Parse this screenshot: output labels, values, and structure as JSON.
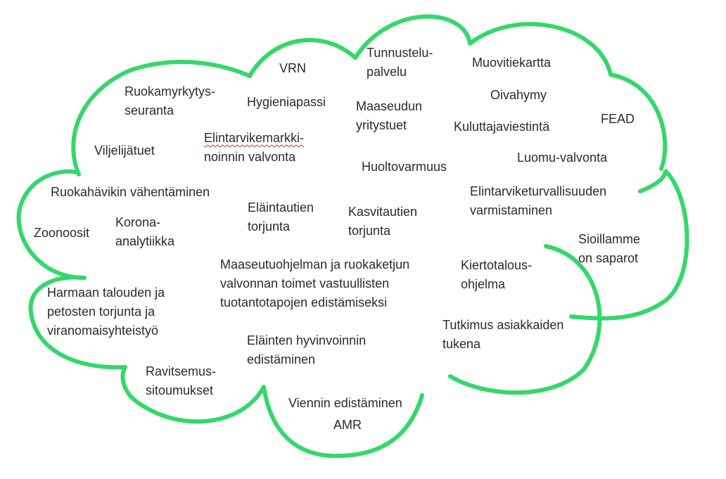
{
  "cloud_color": "#34d86a",
  "text_color": "#2b2b2b",
  "spellcheck_underline_color": "#d22a2a",
  "terms": {
    "vrn": [
      "VRN"
    ],
    "tunnustelupalvelu": [
      "Tunnustelu-",
      "palvelu"
    ],
    "muovitiekartta": [
      "Muovitiekartta"
    ],
    "ruokamyrkytysseuranta": [
      "Ruokamyrkytys-",
      "seuranta"
    ],
    "hygieniapassi": [
      "Hygieniapassi"
    ],
    "maaseudun_yritystuet": [
      "Maaseudun",
      "yritystuet"
    ],
    "oivahymy": [
      "Oivahymy"
    ],
    "fead": [
      "FEAD"
    ],
    "kuluttajaviestinta": [
      "Kuluttajaviestintä"
    ],
    "viljelijatuet": [
      "Viljelijätuet"
    ],
    "elintarvikemarkkinoinnin_valvonta": [
      "Elintarvikemarkki-",
      "noinnin valvonta"
    ],
    "luomu_valvonta": [
      "Luomu-valvonta"
    ],
    "huoltovarmuus": [
      "Huoltovarmuus"
    ],
    "ruokahavikin_vahentaminen": [
      "Ruokahävikin vähentäminen"
    ],
    "elintarviketurvallisuuden_varmistaminen": [
      "Elintarviketurvallisuuden",
      "varmistaminen"
    ],
    "elaintautien_torjunta": [
      "Eläintautien",
      "torjunta"
    ],
    "kasvitautien_torjunta": [
      "Kasvitautien",
      "torjunta"
    ],
    "zoonoosit": [
      "Zoonoosit"
    ],
    "korona_analytiikka": [
      "Korona-",
      "analytiikka"
    ],
    "sioillamme_on_saparot": [
      "Sioillamme",
      "on saparot"
    ],
    "maaseutuohjelma_ruokaketju": [
      "Maaseutuohjelman ja ruokaketjun",
      "valvonnan toimet vastuullisten",
      "tuotantotapojen edistämiseksi"
    ],
    "kiertotalousohjelma": [
      "Kiertotalous-",
      "ohjelma"
    ],
    "harmaan_talouden_torjunta": [
      "Harmaan talouden ja",
      "petosten torjunta ja",
      "viranomaisyhteistyö"
    ],
    "tutkimus_asiakkaiden_tukena": [
      "Tutkimus asiakkaiden",
      "tukena"
    ],
    "elainten_hyvinvointi": [
      "Eläinten hyvinvoinnin",
      "edistäminen"
    ],
    "ravitsemussitoumukset": [
      "Ravitsemus-",
      "sitoumukset"
    ],
    "viennin_edistaminen": [
      "Viennin edistäminen"
    ],
    "amr": [
      "AMR"
    ]
  }
}
